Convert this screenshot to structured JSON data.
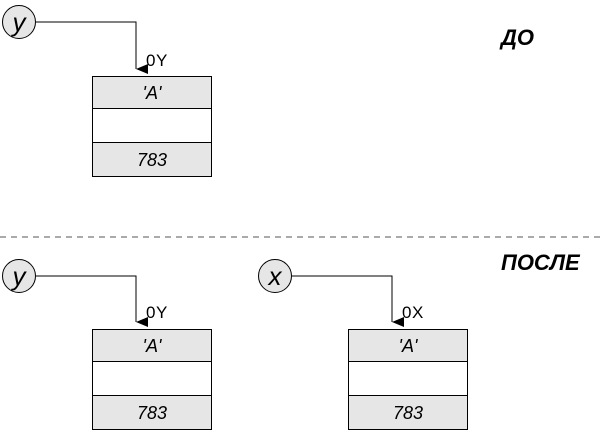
{
  "sections": {
    "before_label": "ДО",
    "after_label": "ПОСЛЕ"
  },
  "before": {
    "var_y": {
      "name": "y",
      "pointer": "0Y"
    },
    "object_y": {
      "field1": "'A'",
      "field2": "",
      "field3": "783"
    }
  },
  "after": {
    "var_y": {
      "name": "y",
      "pointer": "0Y"
    },
    "object_y": {
      "field1": "'A'",
      "field2": "",
      "field3": "783"
    },
    "var_x": {
      "name": "x",
      "pointer": "0X"
    },
    "object_x": {
      "field1": "'A'",
      "field2": "",
      "field3": "783"
    }
  },
  "colors": {
    "fill": "#e6e6e6",
    "stroke": "#000000",
    "divider": "#555555"
  }
}
